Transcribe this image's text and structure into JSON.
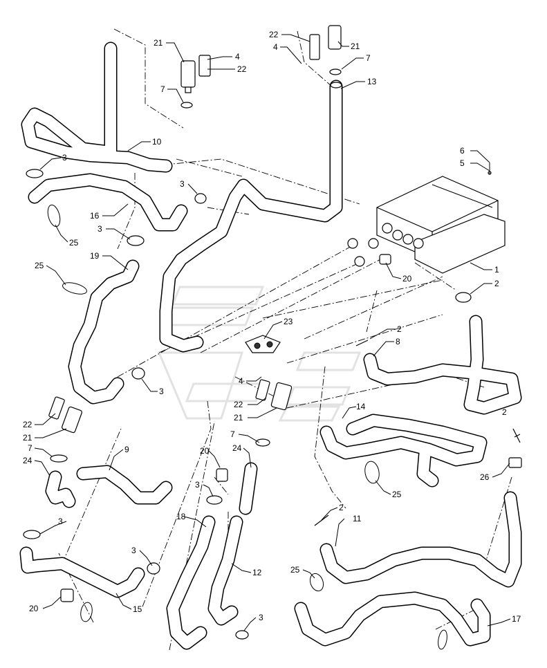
{
  "callouts": [
    {
      "id": "c21a",
      "text": "21"
    },
    {
      "id": "c4a",
      "text": "4"
    },
    {
      "id": "c22a",
      "text": "22"
    },
    {
      "id": "c7a",
      "text": "7"
    },
    {
      "id": "c22b",
      "text": "22"
    },
    {
      "id": "c21b",
      "text": "21"
    },
    {
      "id": "c4b",
      "text": "4"
    },
    {
      "id": "c7b",
      "text": "7"
    },
    {
      "id": "c13",
      "text": "13"
    },
    {
      "id": "c10",
      "text": "10"
    },
    {
      "id": "c6",
      "text": "6"
    },
    {
      "id": "c5",
      "text": "5"
    },
    {
      "id": "c3a",
      "text": "3"
    },
    {
      "id": "c3b",
      "text": "3"
    },
    {
      "id": "c16",
      "text": "16"
    },
    {
      "id": "c3c",
      "text": "3"
    },
    {
      "id": "c25a",
      "text": "25"
    },
    {
      "id": "c19",
      "text": "19"
    },
    {
      "id": "c25b",
      "text": "25"
    },
    {
      "id": "c1",
      "text": "1"
    },
    {
      "id": "c20a",
      "text": "20"
    },
    {
      "id": "c2a",
      "text": "2"
    },
    {
      "id": "c23",
      "text": "23"
    },
    {
      "id": "c2b",
      "text": "2"
    },
    {
      "id": "c8",
      "text": "8"
    },
    {
      "id": "c3d",
      "text": "3"
    },
    {
      "id": "c4c",
      "text": "4"
    },
    {
      "id": "c22c",
      "text": "22"
    },
    {
      "id": "c21c",
      "text": "21"
    },
    {
      "id": "c22d",
      "text": "22"
    },
    {
      "id": "c21d",
      "text": "21"
    },
    {
      "id": "c14",
      "text": "14"
    },
    {
      "id": "c2c",
      "text": "2"
    },
    {
      "id": "c7c",
      "text": "7"
    },
    {
      "id": "c9",
      "text": "9"
    },
    {
      "id": "c7d",
      "text": "7"
    },
    {
      "id": "c24a",
      "text": "24"
    },
    {
      "id": "c20b",
      "text": "20"
    },
    {
      "id": "c24b",
      "text": "24"
    },
    {
      "id": "c26",
      "text": "26"
    },
    {
      "id": "c25c",
      "text": "25"
    },
    {
      "id": "c3e",
      "text": "3"
    },
    {
      "id": "c2d",
      "text": "2"
    },
    {
      "id": "c11",
      "text": "11"
    },
    {
      "id": "c18",
      "text": "18"
    },
    {
      "id": "c3f",
      "text": "3"
    },
    {
      "id": "c3g",
      "text": "3"
    },
    {
      "id": "c12",
      "text": "12"
    },
    {
      "id": "c25d",
      "text": "25"
    },
    {
      "id": "c20c",
      "text": "20"
    },
    {
      "id": "c15",
      "text": "15"
    },
    {
      "id": "c3h",
      "text": "3"
    },
    {
      "id": "c17",
      "text": "17"
    }
  ]
}
